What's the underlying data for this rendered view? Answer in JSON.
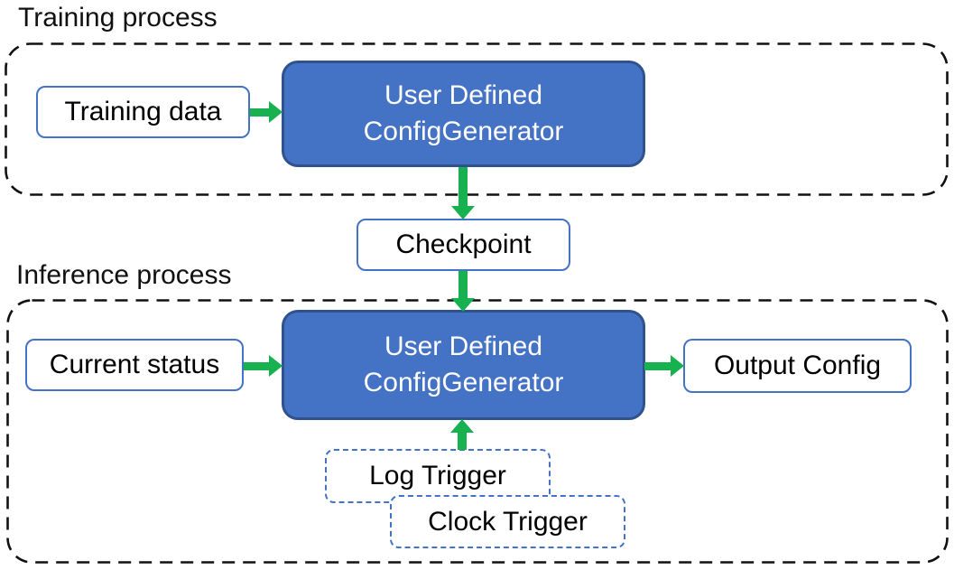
{
  "colors": {
    "generator_fill": "#4472C4",
    "generator_border": "#2F528F",
    "light_box_border": "#4472C4",
    "arrow_green": "#17B150",
    "container_dash": "#111111"
  },
  "training": {
    "section_label": "Training process",
    "data_box_label": "Training data",
    "generator_line1": "User Defined",
    "generator_line2": "ConfigGenerator"
  },
  "checkpoint_label": "Checkpoint",
  "inference": {
    "section_label": "Inference process",
    "status_box_label": "Current status",
    "generator_line1": "User Defined",
    "generator_line2": "ConfigGenerator",
    "output_box_label": "Output Config",
    "log_trigger_label": "Log Trigger",
    "clock_trigger_label": "Clock Trigger"
  }
}
